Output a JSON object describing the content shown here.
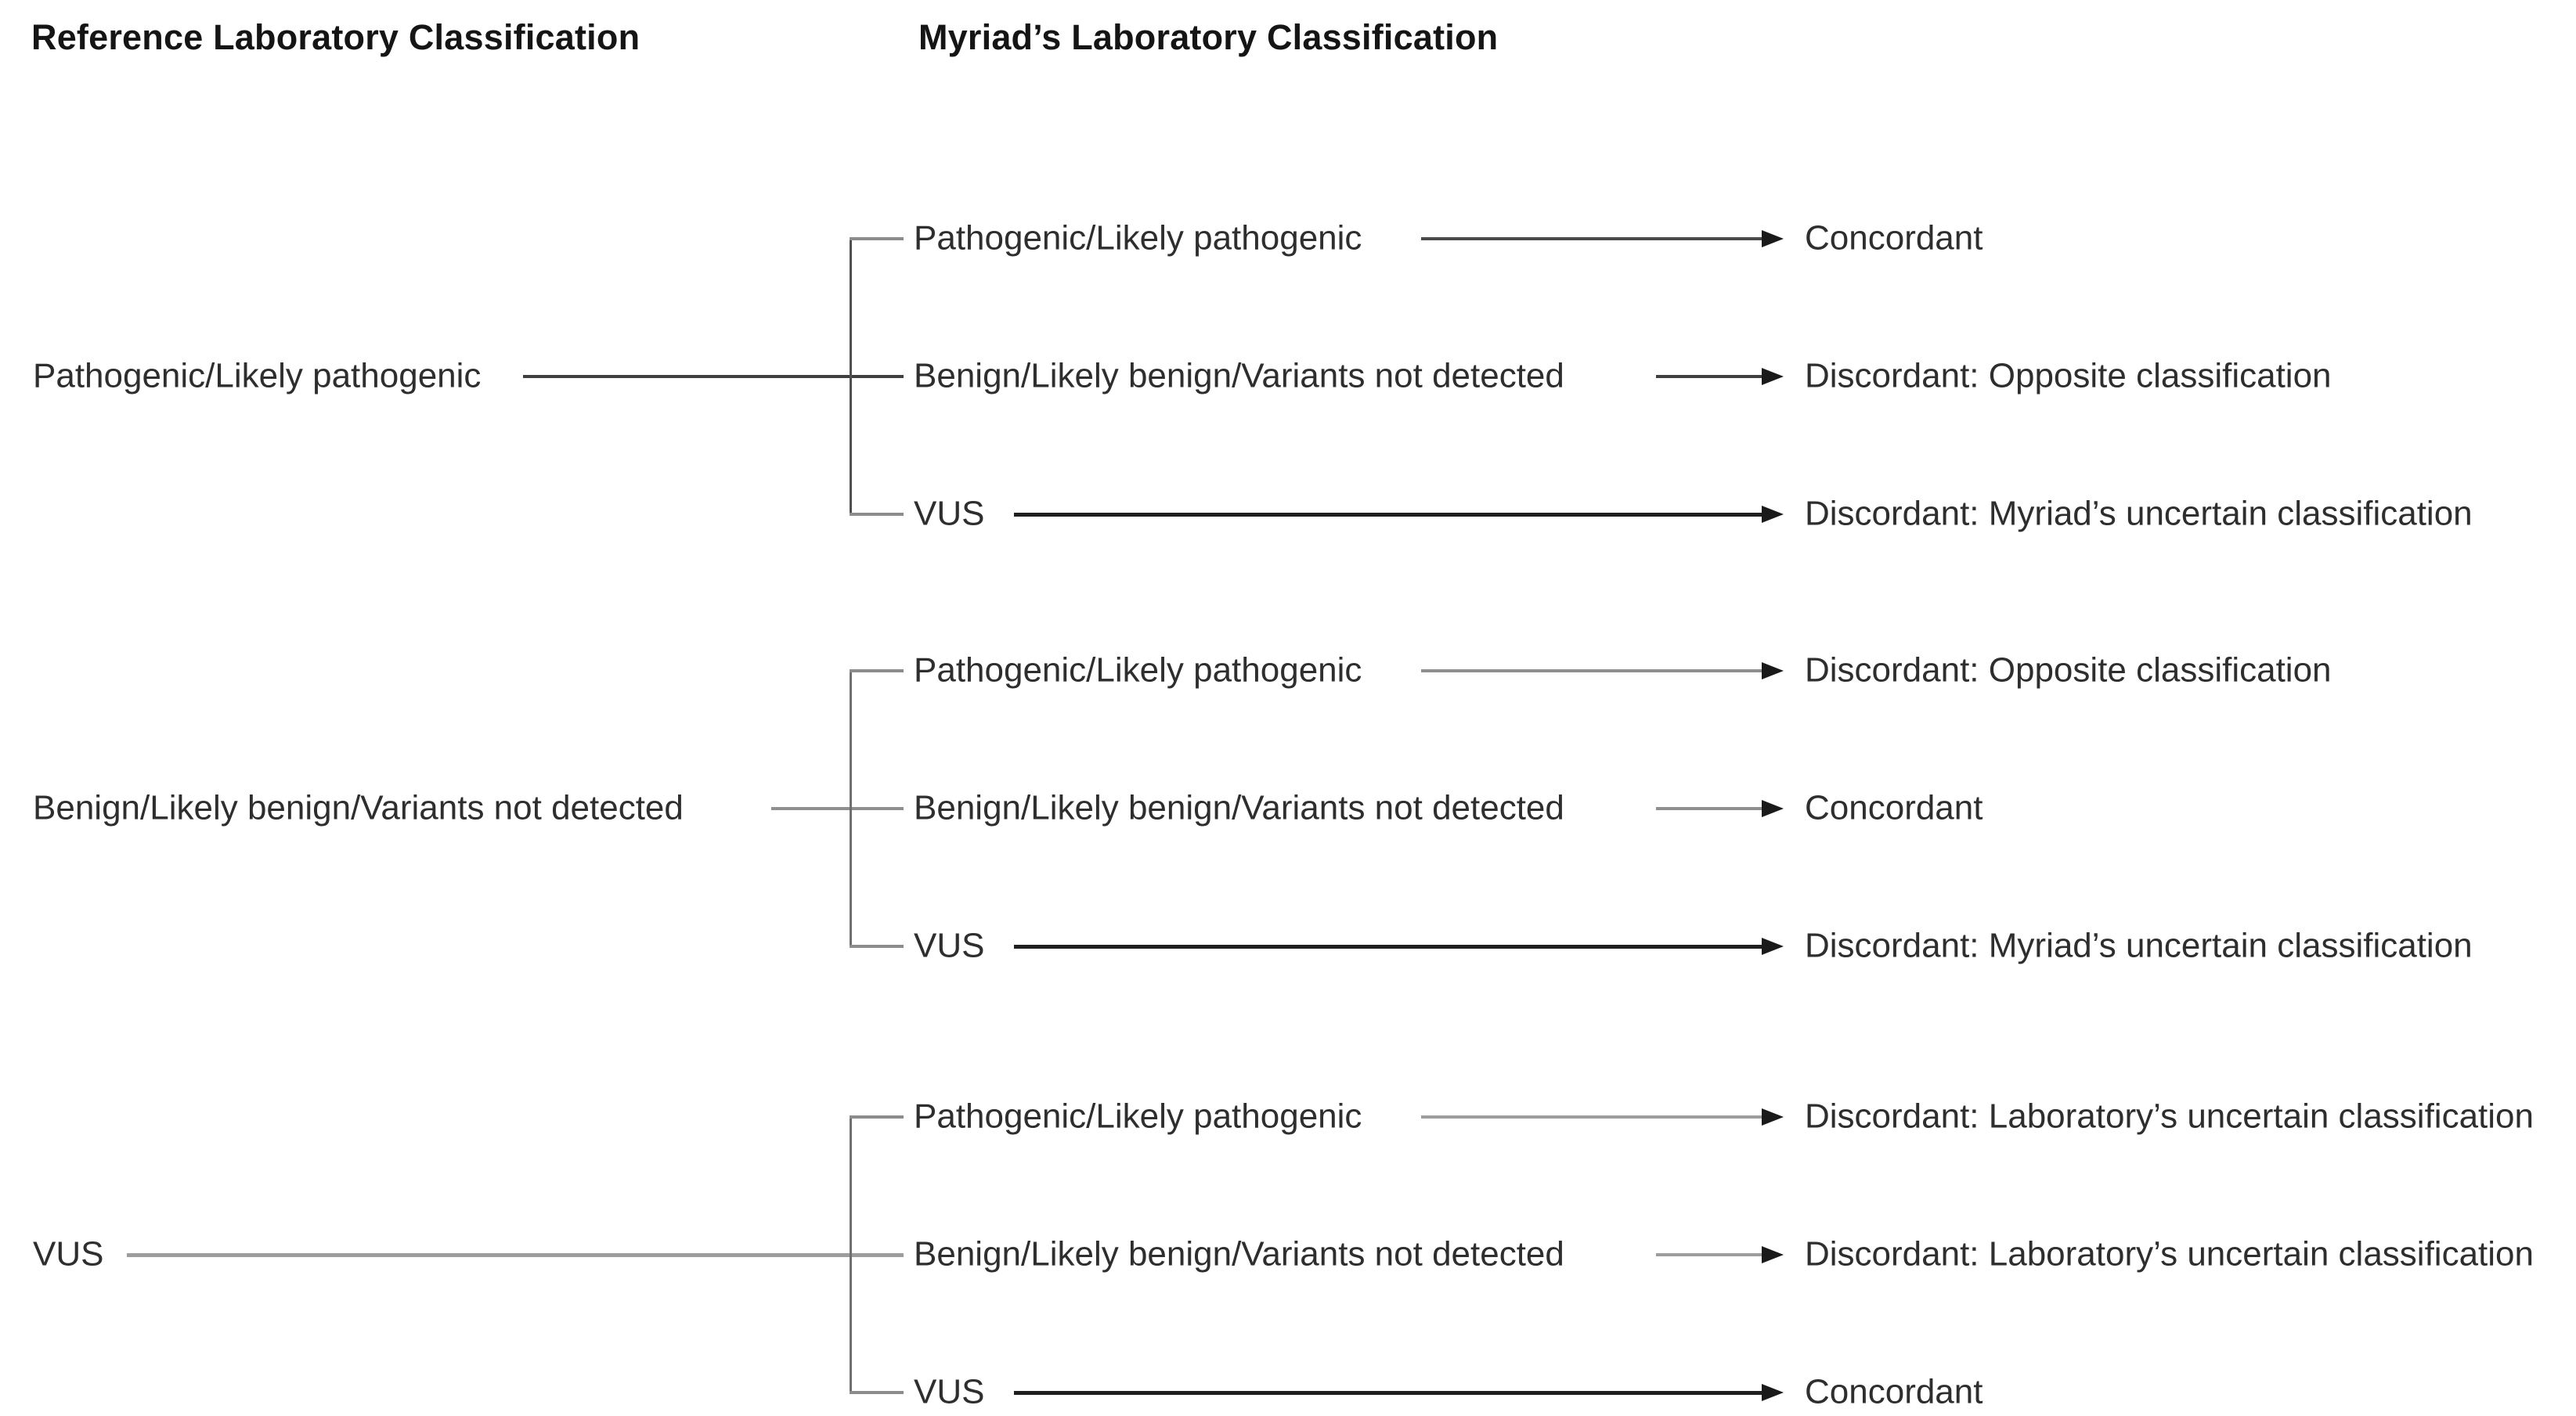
{
  "figure": {
    "background": "#ffffff",
    "text_color": "#2e2e2e",
    "header_color": "#151515",
    "line_color_dark": "#3f3f3f",
    "line_color_gray": "#9d9d9d",
    "arrowhead_color": "#1a1a1a"
  },
  "headers": {
    "reference": "Reference Laboratory Classification",
    "myriad": "Myriad’s Laboratory Classification"
  },
  "tree": {
    "groups": [
      {
        "reference": "Pathogenic/Likely pathogenic",
        "branches": [
          {
            "myriad": "Pathogenic/Likely pathogenic",
            "outcome": "Concordant"
          },
          {
            "myriad": "Benign/Likely benign/Variants not detected",
            "outcome": "Discordant: Opposite classification"
          },
          {
            "myriad": "VUS",
            "outcome": "Discordant: Myriad’s uncertain classification"
          }
        ]
      },
      {
        "reference": "Benign/Likely benign/Variants not detected",
        "branches": [
          {
            "myriad": "Pathogenic/Likely pathogenic",
            "outcome": "Discordant: Opposite classification"
          },
          {
            "myriad": "Benign/Likely benign/Variants not detected",
            "outcome": "Concordant"
          },
          {
            "myriad": "VUS",
            "outcome": "Discordant: Myriad’s uncertain classification"
          }
        ]
      },
      {
        "reference": "VUS",
        "branches": [
          {
            "myriad": "Pathogenic/Likely pathogenic",
            "outcome": "Discordant: Laboratory’s uncertain classification"
          },
          {
            "myriad": "Benign/Likely benign/Variants not detected",
            "outcome": "Discordant: Laboratory’s uncertain classification"
          },
          {
            "myriad": "VUS",
            "outcome": "Concordant"
          }
        ]
      }
    ]
  }
}
